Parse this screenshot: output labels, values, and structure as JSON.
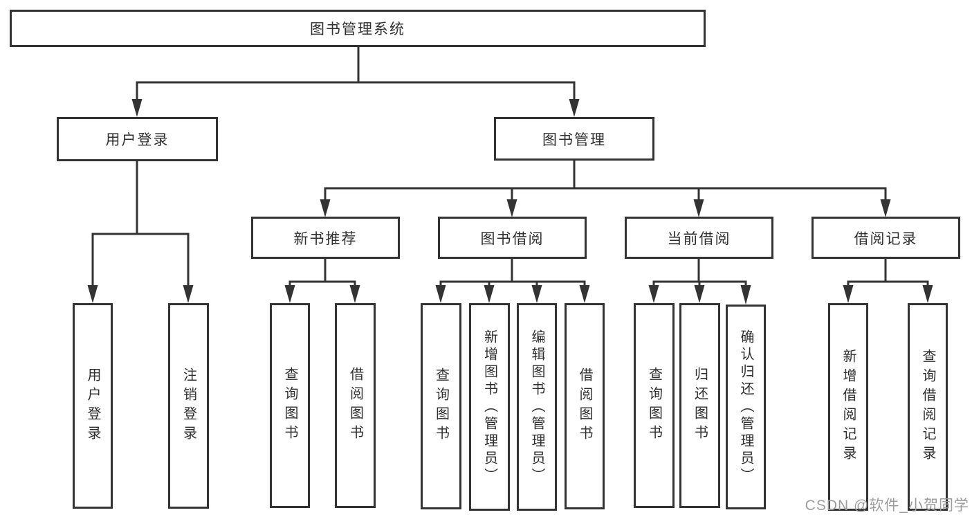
{
  "colors": {
    "background": "#ffffff",
    "box_border": "#333333",
    "line": "#333333",
    "text": "#2f2f2f",
    "watermark": "#9c9c9c"
  },
  "tree": {
    "root": {
      "label": "图书管理系统"
    },
    "branches": [
      {
        "label": "用户登录",
        "children": [
          {
            "label": "用户登录"
          },
          {
            "label": "注销登录"
          }
        ]
      },
      {
        "label": "图书管理",
        "children": [
          {
            "label": "新书推荐",
            "children": [
              {
                "label": "查询图书"
              },
              {
                "label": "借阅图书"
              }
            ]
          },
          {
            "label": "图书借阅",
            "children": [
              {
                "label": "查询图书"
              },
              {
                "label": "新增图书（管理员）"
              },
              {
                "label": "编辑图书（管理员）"
              },
              {
                "label": "借阅图书"
              }
            ]
          },
          {
            "label": "当前借阅",
            "children": [
              {
                "label": "查询图书"
              },
              {
                "label": "归还图书"
              },
              {
                "label": "确认归还（管理员）"
              }
            ]
          },
          {
            "label": "借阅记录",
            "children": [
              {
                "label": "新增借阅记录"
              },
              {
                "label": "查询借阅记录"
              }
            ]
          }
        ]
      }
    ]
  },
  "watermark": {
    "text": "CSDN @软件_小贺同学"
  }
}
